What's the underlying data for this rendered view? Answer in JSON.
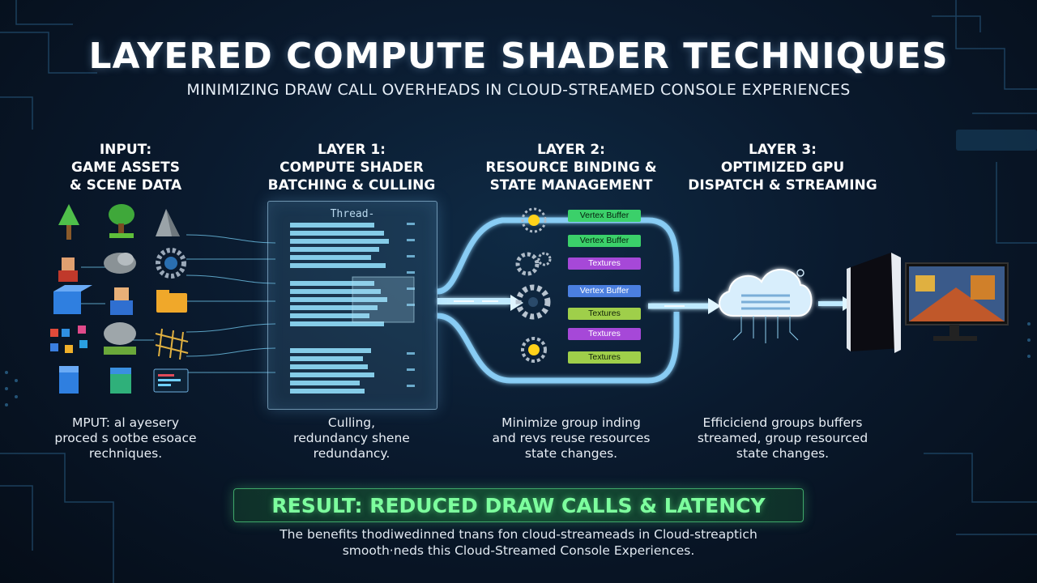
{
  "header": {
    "title": "LAYERED COMPUTE SHADER TECHNIQUES",
    "subtitle": "MINIMIZING DRAW CALL OVERHEADS IN CLOUD-STREAMED CONSOLE EXPERIENCES"
  },
  "stages": [
    {
      "title": "INPUT:\nGAME ASSETS\n& SCENE DATA",
      "description": "MPUT: al ayesery\nproced s ootbe esoace\nrechniques."
    },
    {
      "title": "LAYER 1:\nCOMPUTE SHADER\nBATCHING & CULLING",
      "description": "Culling,\nredundancy shene\nredundancy.",
      "panel_label": "Thread-"
    },
    {
      "title": "LAYER 2:\nRESOURCE BINDING &\nSTATE MANAGEMENT",
      "description": "Minimize group inding\nand revs reuse resources\nstate changes.",
      "chips": [
        "Vertex Buffer",
        "Vertex Buffer",
        "Textures",
        "Vertex Buffer",
        "Textures",
        "Textures",
        "Textures"
      ]
    },
    {
      "title": "LAYER 3:\nOPTIMIZED GPU\nDISPATCH & STREAMING",
      "description": "Efficiciend groups buffers\nstreamed, group resourced\nstate changes."
    }
  ],
  "result": {
    "label": "RESULT: REDUCED DRAW CALLS & LATENCY"
  },
  "footer": {
    "text": "The benefits thodiwedinned tnans fon cloud-streameads in Cloud-streaptich\nsmooth·neds this Cloud-Streamed Console Experiences."
  },
  "icons": {
    "input_assets": [
      "tree-icon",
      "tree-icon",
      "rock-icon",
      "character-icon",
      "rock-icon",
      "gear-icon",
      "cube-icon",
      "character-icon",
      "folder-icon",
      "cubes-icon",
      "rock-icon",
      "grid-icon",
      "cube-icon",
      "cube-icon",
      "code-panel-icon"
    ],
    "layer2": [
      "sun-gear-icon",
      "gears-icon",
      "gear-icon",
      "sun-gear-icon"
    ],
    "output": [
      "cloud-icon",
      "console-icon",
      "monitor-icon"
    ]
  },
  "colors": {
    "accent_cyan": "#7fd4ff",
    "result_green": "#7dff9e",
    "vertex_buffer_green": "#3bd06a",
    "vertex_buffer_blue": "#4b7fe0",
    "textures_purple": "#a648d8",
    "textures_lime": "#9fcf4a"
  }
}
